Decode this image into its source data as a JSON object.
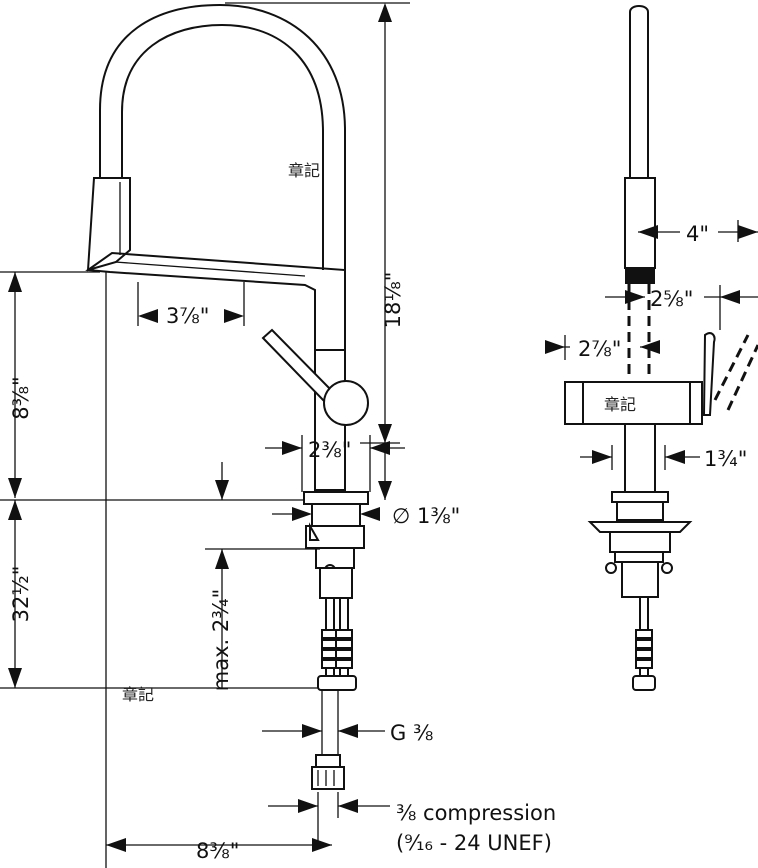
{
  "drawing": {
    "dimensions": {
      "height_total": "18⅛\"",
      "spray_length": "3⅞\"",
      "body_width": "2⅜\"",
      "spout_reach": "8⅜\"",
      "hole_diameter": "∅ 1⅜\"",
      "base_height": "32½\"",
      "max_depth": "max. 2¾\"",
      "thread": "G ⅜",
      "compression_line1": "⅜ compression",
      "compression_line2": "(⁹⁄₁₆ - 24 UNEF)",
      "bottom_reach": "8⅜\"",
      "side_width": "4\"",
      "side_spacing": "2⅝\"",
      "side_handle": "2⅞\"",
      "side_body": "1¾\""
    },
    "stamps": [
      "章記",
      "章記",
      "章記"
    ]
  }
}
